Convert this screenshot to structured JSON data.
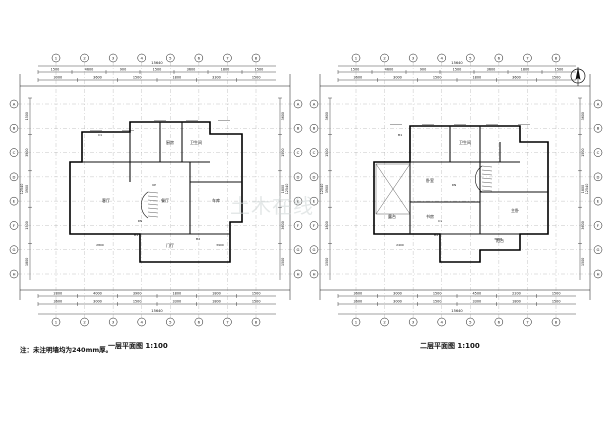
{
  "drawing": {
    "note": "注：未注明墙均为240mm厚。",
    "watermark": "土木在线",
    "floor1": {
      "caption": "一层平面图 1:100",
      "top_total": "15640",
      "top_dims": [
        "3000",
        "3600",
        "1500",
        "1800",
        "3300",
        "1500"
      ],
      "top_dims2": [
        "1500",
        "4600",
        "900",
        "1500",
        "3600",
        "1800",
        "1500"
      ],
      "bottom_total": "15640",
      "bottom_dims": [
        "2800",
        "4000",
        "3900",
        "1800",
        "1800",
        "1500"
      ],
      "bottom_dims2": [
        "3600",
        "3000",
        "1500",
        "3300",
        "1800",
        "1500"
      ],
      "left_total": "12540",
      "left_dims": [
        "1500",
        "3900",
        "3900",
        "1500",
        "1800"
      ],
      "right_total": "12540",
      "right_dims": [
        "3600",
        "1500",
        "1800",
        "3600",
        "1500"
      ],
      "rooms": [
        "客厅",
        "餐厅",
        "厨房",
        "卫生间",
        "门厅",
        "车库"
      ],
      "axes_top": [
        "1",
        "2",
        "3",
        "4",
        "5",
        "6",
        "7",
        "8"
      ],
      "axes_side": [
        "A",
        "B",
        "C",
        "D",
        "E",
        "F",
        "G",
        "H"
      ],
      "labels": [
        "UP",
        "DN",
        "C1",
        "M1",
        "M2",
        "2800",
        "3900"
      ]
    },
    "floor2": {
      "caption": "二层平面图 1:100",
      "top_total": "15640",
      "top_dims": [
        "3600",
        "3000",
        "1500",
        "1800",
        "3600",
        "1500"
      ],
      "top_dims2": [
        "1500",
        "4600",
        "900",
        "1500",
        "3600",
        "1800",
        "1500"
      ],
      "bottom_total": "15640",
      "bottom_dims": [
        "3600",
        "3000",
        "1500",
        "4500",
        "2200",
        "1500"
      ],
      "bottom_dims2": [
        "3600",
        "3000",
        "1500",
        "3300",
        "1800",
        "1500"
      ],
      "left_total": "12540",
      "left_dims": [
        "3600",
        "1500",
        "3900",
        "1800",
        "1500"
      ],
      "right_total": "12540",
      "right_dims": [
        "3600",
        "1500",
        "1800",
        "3600",
        "1500"
      ],
      "rooms": [
        "卧室",
        "主卧",
        "卫生间",
        "书房",
        "露台",
        "阳台"
      ],
      "axes_top": [
        "1",
        "2",
        "3",
        "4",
        "5",
        "6",
        "7",
        "8"
      ],
      "axes_side": [
        "A",
        "B",
        "C",
        "D",
        "E",
        "F",
        "G",
        "H"
      ],
      "labels": [
        "DN",
        "C1",
        "M1",
        "M2",
        "3600",
        "2400"
      ]
    }
  }
}
